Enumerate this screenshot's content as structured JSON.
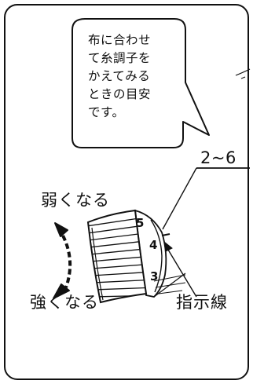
{
  "bubble": {
    "lines": [
      "布に合わせ",
      "て糸調子を",
      "かえてみる",
      "ときの目安",
      "です。"
    ]
  },
  "range_label": "2~6",
  "weaker_label": "弱くなる",
  "stronger_label": "強くなる",
  "indicator_label": "指示線",
  "dial_numbers": [
    "5",
    "4",
    "3"
  ],
  "colors": {
    "ink": "#111111",
    "background": "#ffffff"
  }
}
